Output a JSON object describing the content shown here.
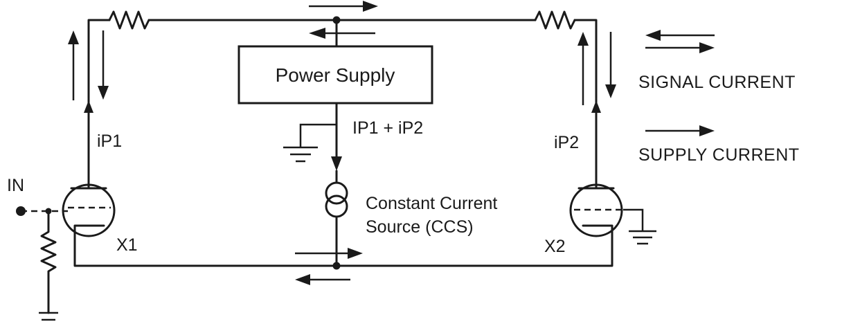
{
  "blocks": {
    "power_supply": "Power Supply",
    "ccs_line1": "Constant Current",
    "ccs_line2": "Source (CCS)"
  },
  "labels": {
    "input": "IN",
    "tube_left": "X1",
    "tube_right": "X2",
    "current_left": "iP1",
    "current_right": "iP2",
    "supply_sum": "IP1 + iP2"
  },
  "legend": {
    "signal": "SIGNAL CURRENT",
    "supply": "SUPPLY CURRENT"
  }
}
